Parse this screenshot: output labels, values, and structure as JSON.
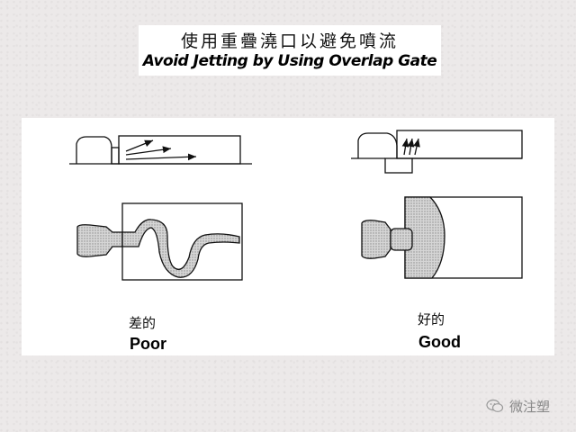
{
  "title": {
    "chinese": "使用重疊澆口以避免噴流",
    "english": "Avoid Jetting by Using Overlap Gate"
  },
  "examples": [
    {
      "chinese": "差的",
      "english": "Poor"
    },
    {
      "chinese": "好的",
      "english": "Good"
    }
  ],
  "watermark": {
    "text": "微注塑",
    "icon": "wechat-icon"
  },
  "colors": {
    "background": "#ece9e9",
    "panel": "#ffffff",
    "ink": "#111111",
    "fill": "#cfcfcf"
  }
}
